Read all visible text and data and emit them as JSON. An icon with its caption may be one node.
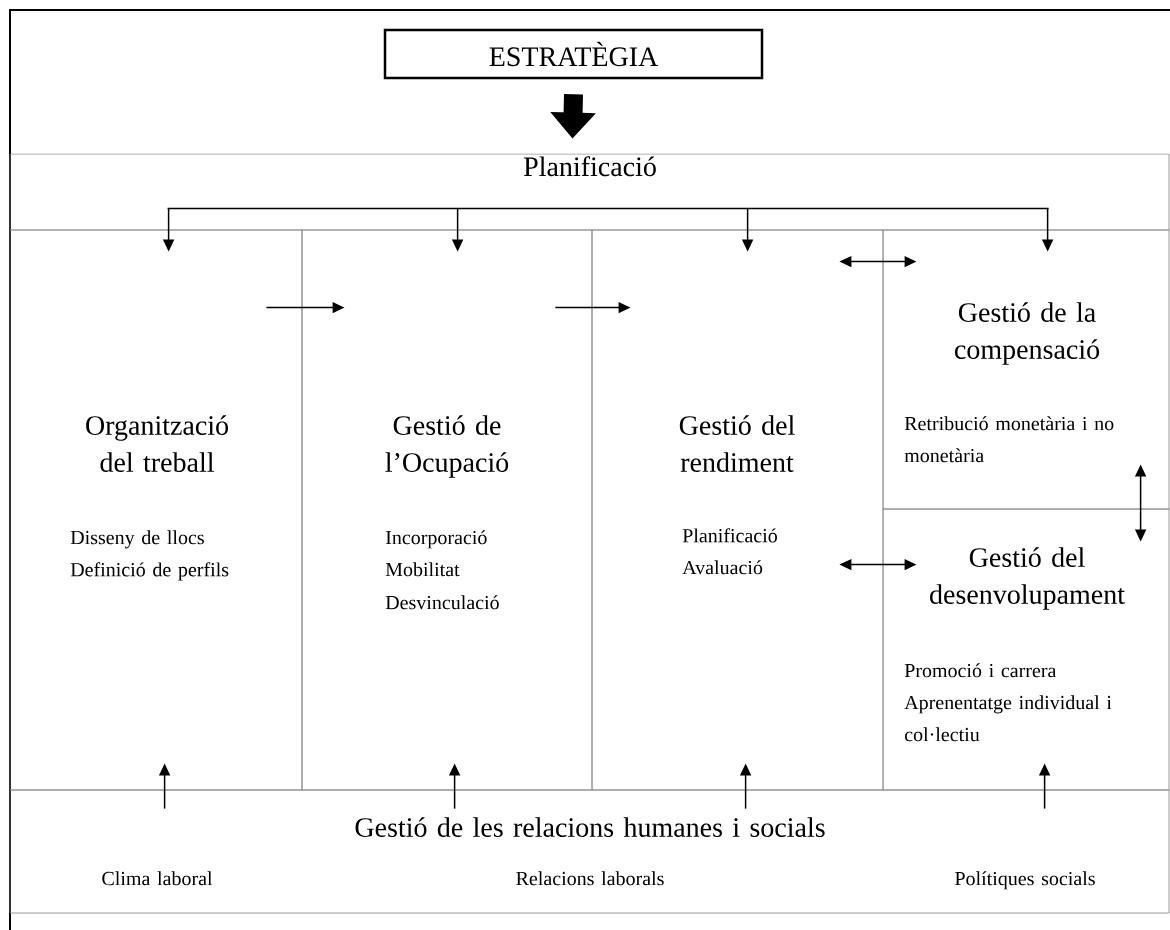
{
  "diagram": {
    "nodes": [
      {
        "text": [
          "ESTRATÈGIA"
        ]
      },
      {
        "text": [
          "Planificació"
        ]
      },
      {
        "text": [
          "Organització del treball",
          "Disseny de llocs",
          "Definició de perfils"
        ]
      },
      {
        "text": [
          "Gestió de l’Ocupació",
          "Incorporació",
          "Mobilitat",
          "Desvinculació"
        ]
      },
      {
        "text": [
          "Gestió del rendiment",
          "Planificació",
          "Avaluació"
        ]
      },
      {
        "text": [
          "Gestió de la compensació",
          "Retribució monetària i no monetària"
        ]
      },
      {
        "text": [
          "Gestió del desenvolupament",
          "Promoció i carrera",
          "Aprenentatge individual i col·lectiu"
        ]
      },
      {
        "text": [
          "Gestió de les relacions humanes i socials",
          "Clima laboral",
          "Relacions laborals",
          "Polítiques socials"
        ]
      }
    ],
    "edges": [
      {
        "from": 0,
        "to": 1,
        "arrow": "to",
        "style": "thick"
      },
      {
        "from": 1,
        "to": 2,
        "arrow": "to"
      },
      {
        "from": 1,
        "to": 3,
        "arrow": "to"
      },
      {
        "from": 1,
        "to": 4,
        "arrow": "to"
      },
      {
        "from": 1,
        "to": 5,
        "arrow": "to"
      },
      {
        "from": 2,
        "to": 3,
        "arrow": "to"
      },
      {
        "from": 3,
        "to": 4,
        "arrow": "to"
      },
      {
        "from": 4,
        "to": 5,
        "arrow": "both"
      },
      {
        "from": 4,
        "to": 6,
        "arrow": "both"
      },
      {
        "from": 5,
        "to": 6,
        "arrow": "both"
      },
      {
        "from": 7,
        "to": 2,
        "arrow": "to"
      },
      {
        "from": 7,
        "to": 3,
        "arrow": "to"
      },
      {
        "from": 7,
        "to": 4,
        "arrow": "to"
      },
      {
        "from": 7,
        "to": 6,
        "arrow": "to"
      }
    ]
  }
}
